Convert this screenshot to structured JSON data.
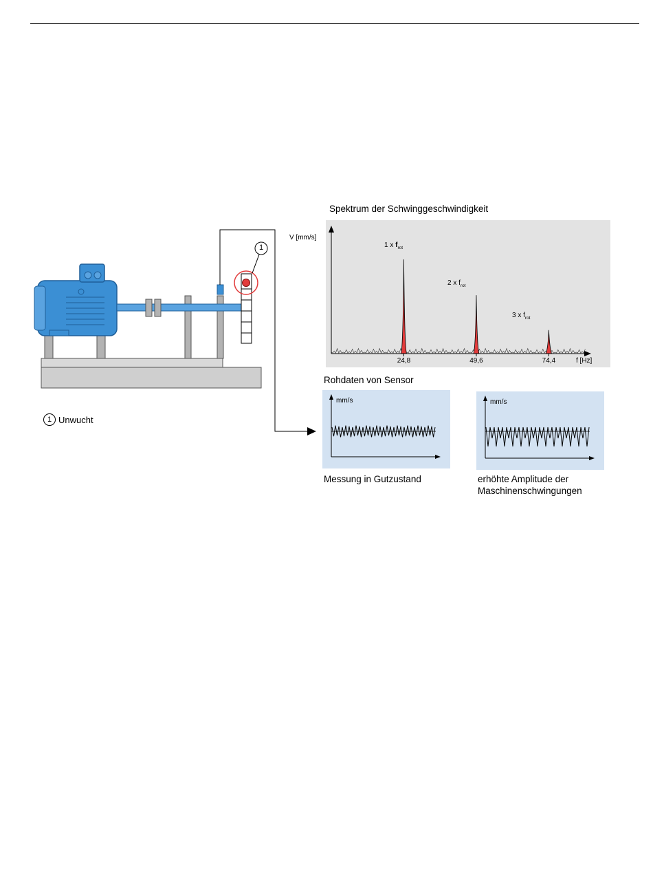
{
  "machine": {
    "callout_number": "1",
    "legend_number": "1",
    "legend_text": "Unwucht",
    "colors": {
      "motor": "#3b8fd4",
      "motor_dark": "#1f5f99",
      "support": "#b3b3b3",
      "base": "#cfcfcf",
      "highlight": "#e23b3b"
    }
  },
  "spectrum": {
    "title": "Spektrum der Schwinggeschwindigkeit",
    "ylabel": "V [mm/s]",
    "xlabel": "f [Hz]",
    "peak_labels": [
      {
        "prefix": "1 x ",
        "f": "f",
        "sub": "rot"
      },
      {
        "prefix": "2 x ",
        "f": "f",
        "sub": "rot"
      },
      {
        "prefix": "3 x ",
        "f": "f",
        "sub": "rot"
      }
    ],
    "background": "#e3e3e3"
  },
  "rawdata": {
    "title": "Rohdaten von Sensor",
    "left": {
      "ylabel": "mm/s",
      "caption": "Messung in Gutzustand"
    },
    "right": {
      "ylabel": "mm/s",
      "caption_line1": "erhöhte Amplitude der",
      "caption_line2": "Maschinenschwingungen"
    },
    "background": "#d3e2f2"
  },
  "chart_data": {
    "type": "bar",
    "categories": [
      "24,8",
      "49,6",
      "74,4"
    ],
    "values": [
      10,
      6.2,
      2.5
    ],
    "ylim": [
      0,
      13
    ],
    "xlim": [
      0,
      87
    ],
    "xlabel": "f [Hz]",
    "ylabel": "V [mm/s]",
    "grid": false
  }
}
